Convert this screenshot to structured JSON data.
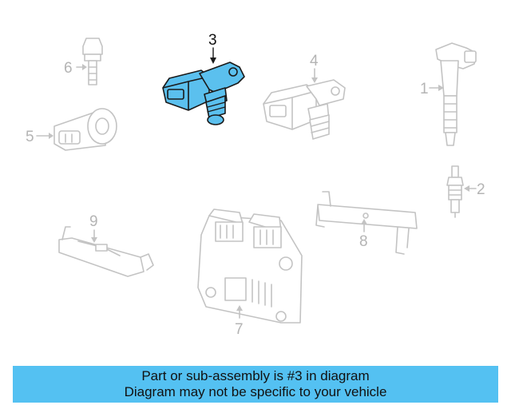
{
  "callouts": {
    "c1": "1",
    "c2": "2",
    "c3": "3",
    "c4": "4",
    "c5": "5",
    "c6": "6",
    "c7": "7",
    "c8": "8",
    "c9": "9"
  },
  "highlight_color": "#5bc0ee",
  "banner": {
    "color": "#54c1f2",
    "line1": "Part or sub-assembly is #3 in diagram",
    "line2": "Diagram may not be specific to your vehicle"
  }
}
